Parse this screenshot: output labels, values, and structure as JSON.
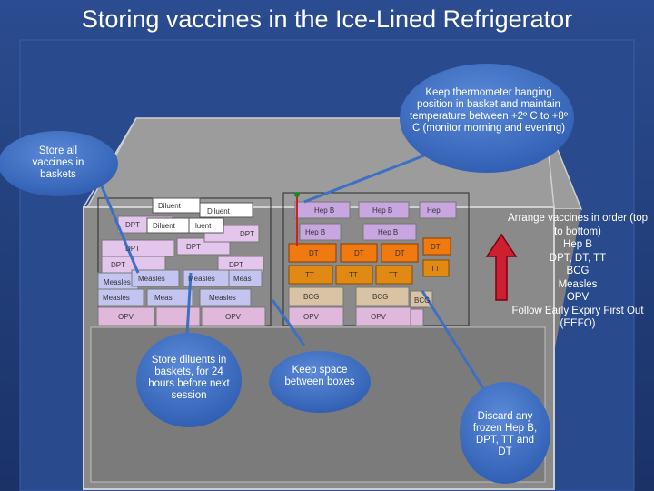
{
  "title": "Storing vaccines in the Ice-Lined Refrigerator",
  "callouts": {
    "thermometer": "Keep thermometer hanging position in basket and maintain temperature between +2º C to +8º C (monitor morning and evening)",
    "baskets": "Store all vaccines in baskets",
    "diluents": "Store diluents in baskets, for 24 hours before next session",
    "space": "Keep space between boxes",
    "discard": "Discard any frozen Hep B, DPT, TT and DT"
  },
  "arrange": {
    "heading": "Arrange vaccines in order (top to bottom)",
    "items": [
      "Hep B",
      "DPT, DT, TT",
      "BCG",
      "Measles",
      "OPV"
    ],
    "footer": "Follow Early Expiry First Out (EEFO)"
  },
  "left_basket": {
    "diluent": "Diluent",
    "diluent_partial": "luent",
    "dpt": "DPT",
    "measles": "Measles",
    "measles_partial": "Meas",
    "opv": "OPV"
  },
  "right_basket": {
    "hepb": "Hep B",
    "hepb_partial": "Hep",
    "dt": "DT",
    "tt": "TT",
    "bcg": "BCG",
    "opv": "OPV"
  },
  "colors": {
    "background": "#1f3a78",
    "callout": "#3d6fc4",
    "fridge": "#808080",
    "hepb": "#c8a6e0",
    "dpt": "#e4c6ec",
    "measles": "#c4c4f0",
    "opv": "#e0b8dc",
    "dt": "#f07a10",
    "tt": "#e08a14",
    "bcg": "#d8c4a4"
  }
}
